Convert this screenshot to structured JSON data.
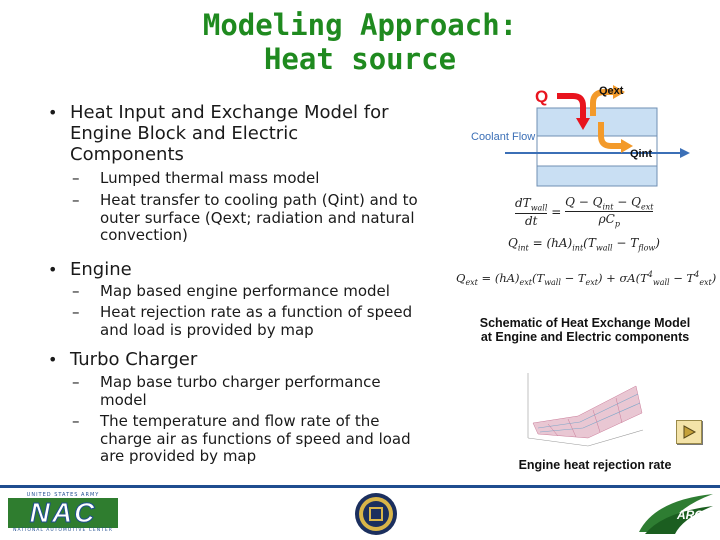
{
  "slide": {
    "title_line1": "Modeling Approach:",
    "title_line2": "Heat source"
  },
  "bullets": [
    {
      "text_lines": [
        "Heat Input and Exchange Model for",
        "Engine Block and Electric",
        "Components"
      ],
      "subs": [
        [
          "Lumped thermal mass model"
        ],
        [
          "Heat transfer to cooling path (Qint) and to",
          "outer surface (Qext; radiation and natural",
          "convection)"
        ]
      ]
    },
    {
      "text_lines": [
        "Engine"
      ],
      "subs": [
        [
          "Map based engine performance model"
        ],
        [
          "Heat rejection rate as a function of speed",
          "and load is provided by map"
        ]
      ]
    },
    {
      "text_lines": [
        "Turbo Charger"
      ],
      "subs": [
        [
          "Map base turbo charger performance",
          "model"
        ],
        [
          "The temperature and flow rate of the",
          "charge air as functions of speed and load",
          "are provided by map"
        ]
      ]
    }
  ],
  "schematic": {
    "label_q": "Q",
    "label_qext": "Qext",
    "label_qint": "Qint",
    "label_coolant": "Coolant Flow",
    "colors": {
      "block": "#c9dff3",
      "coolant": "#ffffff",
      "arrow_red": "#e8141e",
      "arrow_orange": "#f39a2a",
      "arrow_blue": "#3b6fb6"
    }
  },
  "equations": {
    "eq1_lhs_num": "dT",
    "eq1_lhs_sub": "wall",
    "eq1_lhs_den": "dt",
    "eq1_rhs_num": "Q − Q",
    "eq1_rhs_num_sub1": "int",
    "eq1_rhs_num_tail": " − Q",
    "eq1_rhs_num_sub2": "ext",
    "eq1_rhs_den": "ρC",
    "eq1_rhs_den_sub": "p",
    "eq2": "Q",
    "eq2_sub": "int",
    "eq2_rest": " = (hA)",
    "eq2_sub2": "int",
    "eq2_tail": "(T",
    "eq2_sub3": "wall",
    "eq2_mid": " − T",
    "eq2_sub4": "flow",
    "eq2_end": ")",
    "eq3": "Q",
    "eq3_sub": "ext",
    "eq3_rest": " = (hA)",
    "eq3_sub2": "ext",
    "eq3_tail": "(T",
    "eq3_sub3": "wall",
    "eq3_mid": " − T",
    "eq3_sub4": "ext",
    "eq3_part2": ") + σA(T",
    "eq3_sup1": "4",
    "eq3_sub5": "wall",
    "eq3_mid2": " − T",
    "eq3_sup2": "4",
    "eq3_sub6": "ext",
    "eq3_end": ")"
  },
  "captions": {
    "schematic_line1": "Schematic of Heat Exchange Model",
    "schematic_line2": "at Engine and Electric components",
    "map": "Engine heat rejection rate"
  },
  "footer": {
    "nac_logo_text": "NAC",
    "nac_tagline_top": "UNITED STATES ARMY",
    "nac_tagline_bottom": "NATIONAL AUTOMOTIVE CENTER",
    "arc_logo_text": "ARC"
  }
}
